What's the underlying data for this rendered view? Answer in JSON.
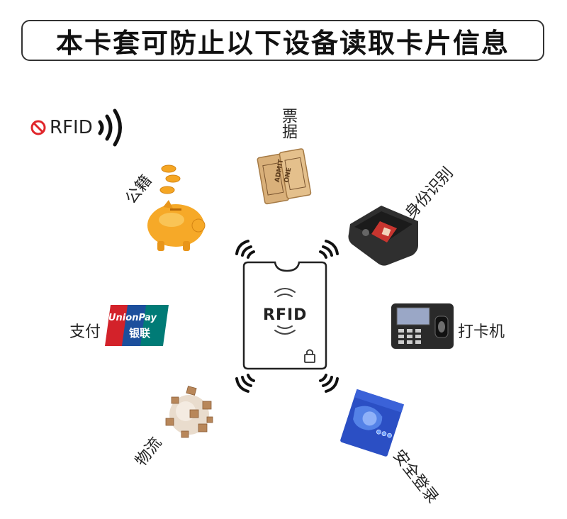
{
  "title": "本卡套可防止以下设备读取卡片信息",
  "rfid_logo": {
    "text": "RFID"
  },
  "card": {
    "text": "RFID"
  },
  "items": {
    "ticket": "票据",
    "identity": "身份识别",
    "punch": "打卡机",
    "login": "安全登录",
    "logistics": "物流",
    "payment": "支付",
    "fund": "公籍"
  },
  "unionpay": {
    "brand_en": "UnionPay",
    "brand_cn": "银联"
  },
  "ticket_art": {
    "line1": "ADMIT",
    "line2": "ONE"
  },
  "colors": {
    "gold": "#f5a623",
    "union_red": "#d3222a",
    "union_blue": "#1c4f9c",
    "union_teal": "#007b76"
  }
}
